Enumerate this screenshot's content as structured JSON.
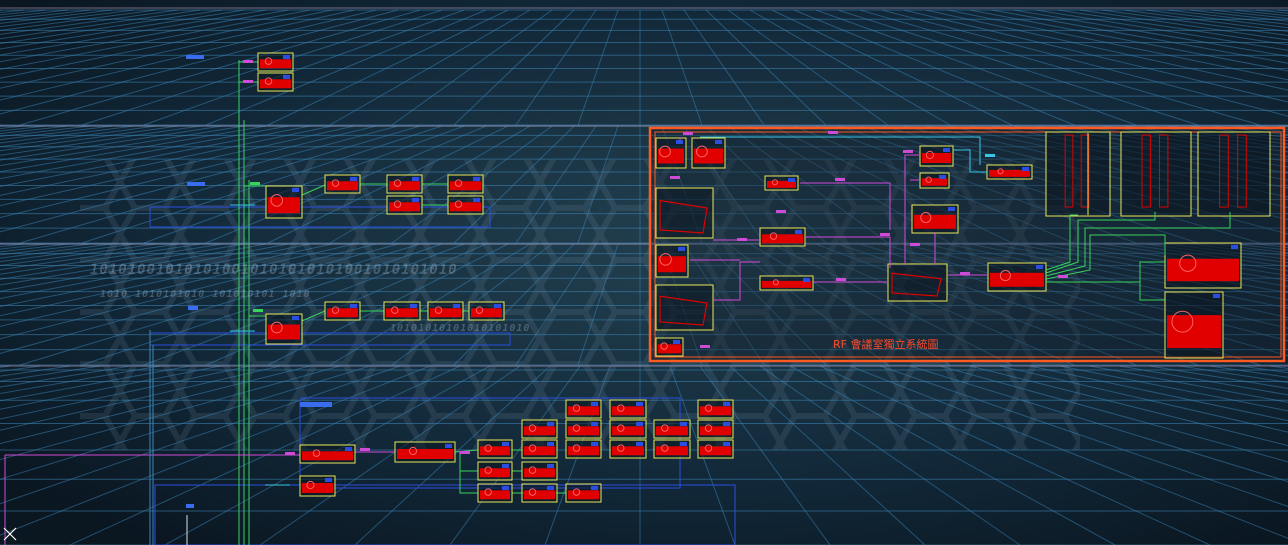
{
  "background": {
    "binary_row_1": "101010010101010010101010101001010101010",
    "binary_row_2": "1010   1010101010    101010101   1010",
    "binary_row_3": "10101010101010101010"
  },
  "rf_panel": {
    "title": "RF 會議室獨立系統圖"
  },
  "colors": {
    "background": "#0c1a24",
    "grid": "#3d86b8",
    "device_fill": "#e00000",
    "device_outline": "#e8e85a",
    "signal_green": "#39d25a",
    "signal_magenta": "#d04ad8",
    "signal_blue": "#2b4de0",
    "signal_cyan": "#38c6e8",
    "panel_border": "#ff5a20"
  },
  "icons": {
    "cursor": "crosshair-x-icon"
  }
}
